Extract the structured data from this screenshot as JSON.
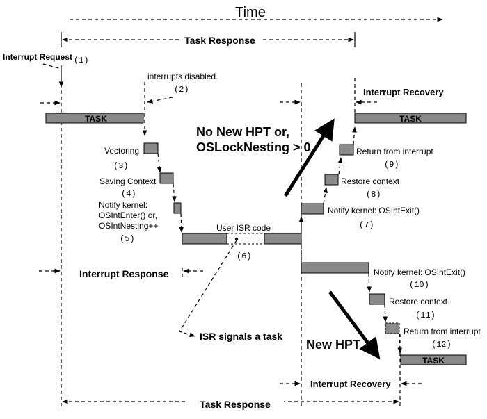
{
  "title": "Time",
  "task_response": "Task Response",
  "interrupt_request": "Interrupt Request",
  "interrupts_disabled": "interrupts disabled.",
  "interrupt_recovery": "Interrupt Recovery",
  "interrupt_response": "Interrupt Response",
  "task": "TASK",
  "vectoring": "Vectoring",
  "saving_context": "Saving Context",
  "notify_enter_1": "Notify kernel:",
  "notify_enter_2": "OSIntEnter() or,",
  "notify_enter_3": "OSIntNesting++",
  "user_isr": "User ISR code",
  "isr_signals": "ISR signals a task",
  "no_new_hpt_1": "No New HPT or,",
  "no_new_hpt_2": "OSLockNesting > 0",
  "new_hpt": "New HPT",
  "notify_exit": "Notify kernel: OSIntExit()",
  "restore_context": "Restore context",
  "return_from_interrupt": "Return from interrupt",
  "steps": [
    "(1)",
    "(2)",
    "(3)",
    "(4)",
    "(5)",
    "(6)",
    "(7)",
    "(8)",
    "(9)",
    "(10)",
    "(11)",
    "(12)"
  ]
}
